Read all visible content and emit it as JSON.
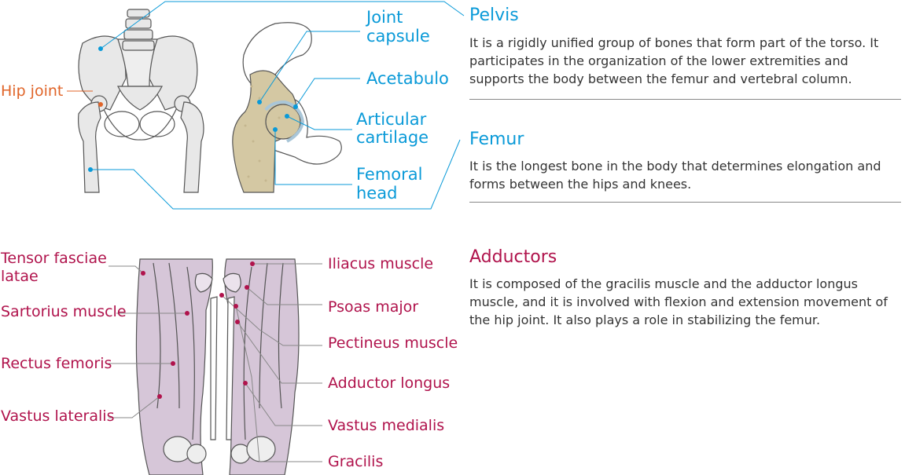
{
  "colors": {
    "blue_accent": "#0a9ad8",
    "orange_accent": "#e06428",
    "crimson_accent": "#b0134c",
    "bone_fill": "#e8e8e8",
    "cartilage_fill": "#d4c8a3",
    "muscle_fill": "#d6c6d8",
    "text": "#333333"
  },
  "skeleton_labels": {
    "hip_joint": "Hip joint",
    "joint_capsule": [
      "Joint",
      "capsule"
    ],
    "acetabulo": "Acetabulo",
    "articular_cartilage": [
      "Articular",
      "cartilage"
    ],
    "femoral_head": [
      "Femoral",
      "head"
    ]
  },
  "muscle_labels": {
    "tensor_fasciae_latae": [
      "Tensor fasciae",
      "latae"
    ],
    "sartorius": "Sartorius muscle",
    "rectus_femoris": "Rectus femoris",
    "vastus_lateralis": "Vastus lateralis",
    "iliacus": "Iliacus muscle",
    "psoas_major": "Psoas major",
    "pectineus": "Pectineus muscle",
    "adductor_longus": "Adductor longus",
    "vastus_medialis": "Vastus medialis",
    "gracilis": "Gracilis"
  },
  "info": {
    "pelvis": {
      "title": "Pelvis",
      "text": "It is a rigidly unified group of bones that form part of the torso. It participates in the organization of the lower extremities and supports the body between the femur and vertebral column."
    },
    "femur": {
      "title": "Femur",
      "text": "It is the longest bone in the body that determines elongation and forms between the hips and knees."
    },
    "adductors": {
      "title": "Adductors",
      "text": "It is composed of the gracilis muscle and the adductor longus muscle, and it is involved with flexion and extension movement of the hip joint. It also plays a role in stabilizing the femur."
    }
  }
}
